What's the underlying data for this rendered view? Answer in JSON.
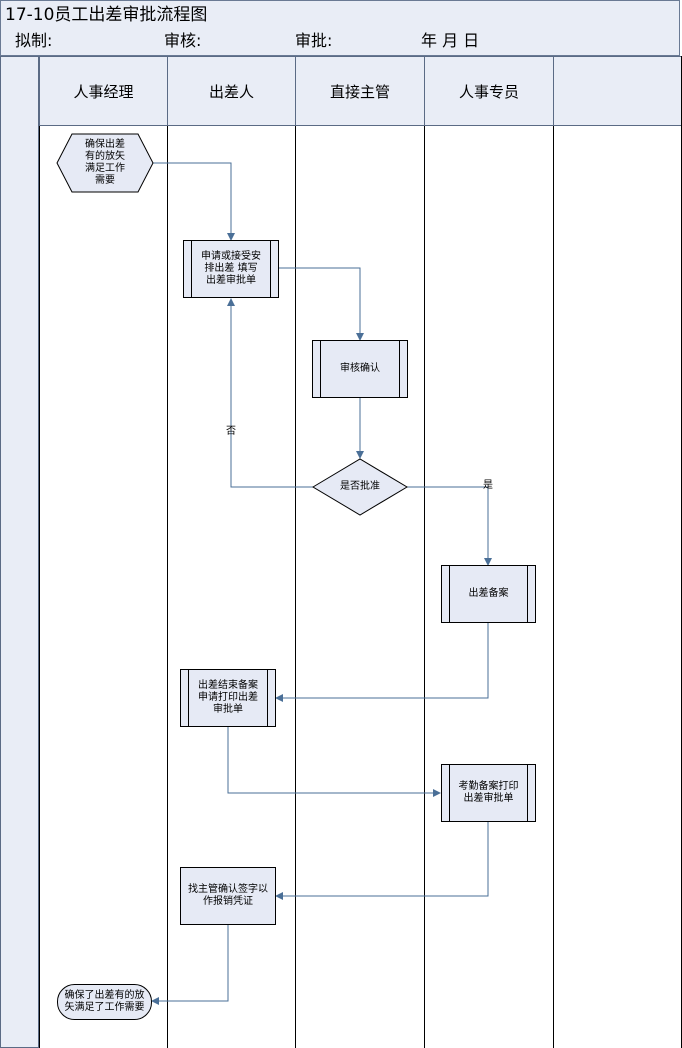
{
  "header": {
    "title": "17-10员工出差审批流程图",
    "drafted_label": "拟制:",
    "reviewed_label": "审核:",
    "approved_label": "审批:",
    "date_label": "年 月 日"
  },
  "lanes": [
    "人事经理",
    "出差人",
    "直接主管",
    "人事专员",
    ""
  ],
  "nodes": {
    "start": "确保出差\n有的放矢\n满足工作\n需要",
    "apply": "申请或接受安\n排出差 填写\n出差审批单",
    "review": "审核确认",
    "decision": "是否批准",
    "record": "出差备案",
    "end_trip": "出差结束备案\n申请打印出差\n审批单",
    "print": "考勤备案打印\n出差审批单",
    "sign": "找主管确认签字以\n作报销凭证",
    "end": "确保了出差有的放\n矢满足了工作需要"
  },
  "edge_labels": {
    "no": "否",
    "yes": "是"
  },
  "colors": {
    "line": "#4a6f97",
    "shape_fill": "#e6eaf5",
    "header_fill": "#e9edf6",
    "border": "#5b6b85"
  }
}
